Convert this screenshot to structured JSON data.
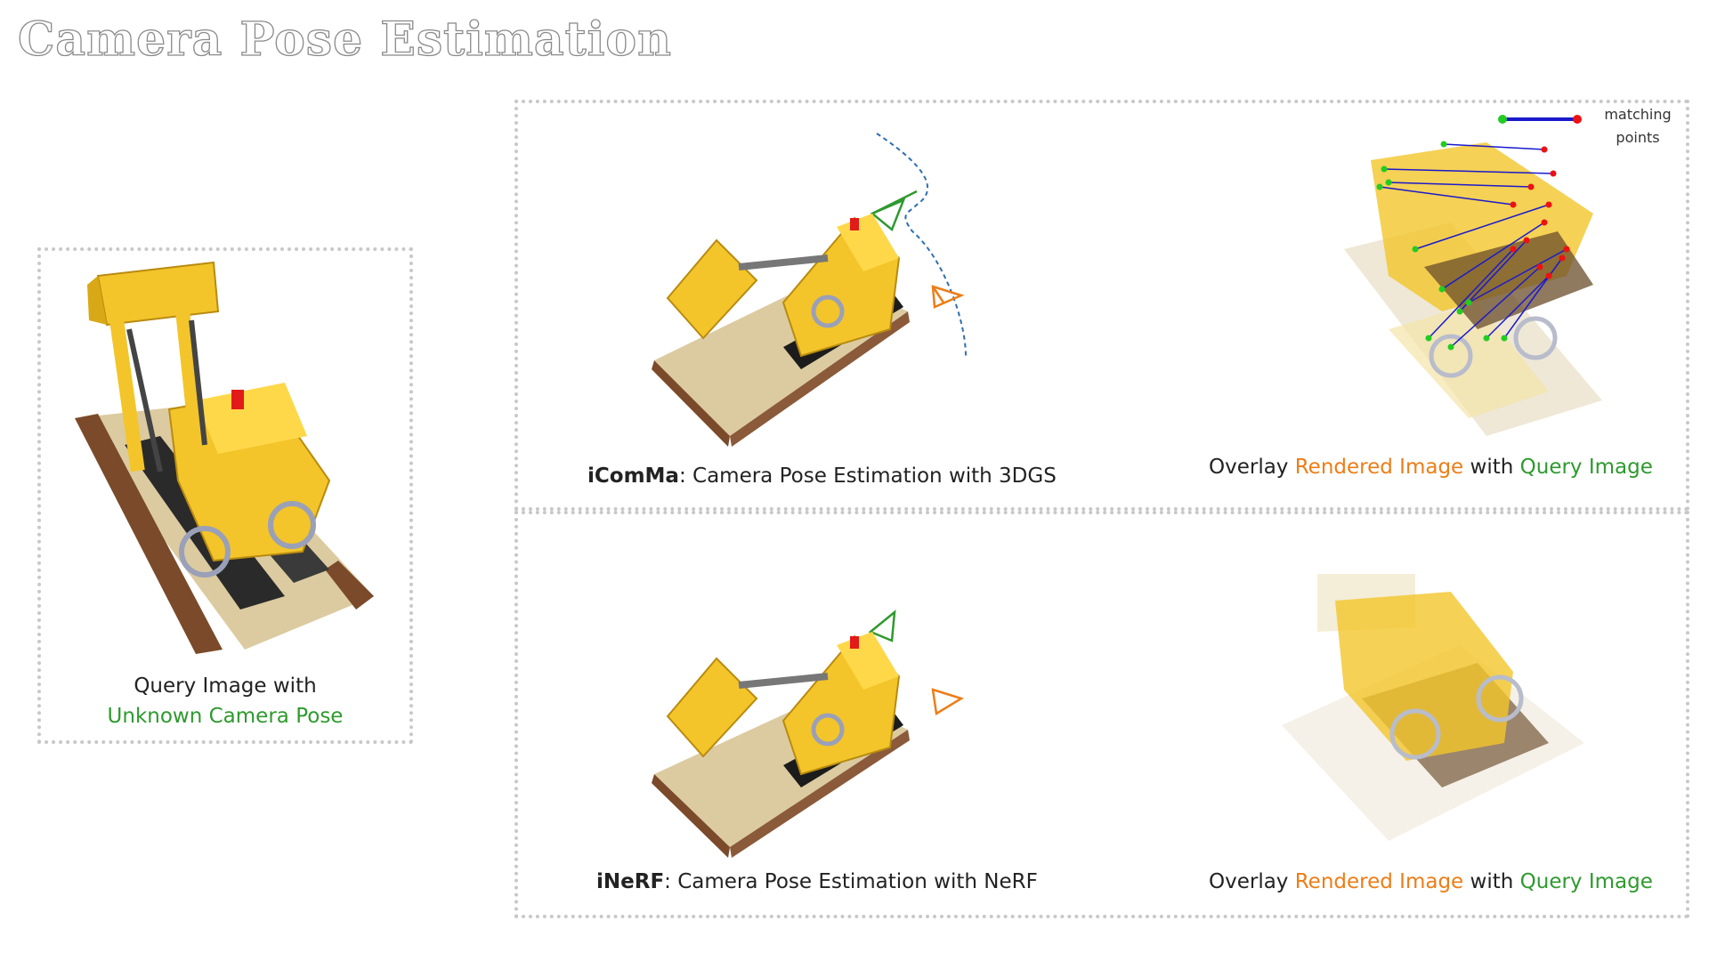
{
  "title": "Camera Pose Estimation",
  "query": {
    "line1": "Query Image with",
    "line2": "Unknown Camera Pose"
  },
  "top_panel": {
    "method_bold": "iComMa",
    "method_rest": ": Camera Pose Estimation with 3DGS",
    "overlay_prefix": "Overlay ",
    "overlay_rendered": "Rendered Image",
    "overlay_mid": " with ",
    "overlay_query": "Query Image"
  },
  "bottom_panel": {
    "method_bold": "iNeRF",
    "method_rest": ": Camera Pose Estimation with NeRF",
    "overlay_prefix": "Overlay ",
    "overlay_rendered": "Rendered Image",
    "overlay_mid": " with ",
    "overlay_query": "Query Image"
  },
  "legend": {
    "line1": "matching",
    "line2": "points"
  },
  "colors": {
    "green": "#2e9a2e",
    "orange": "#ed7d17",
    "match_line": "#1a1acc",
    "match_start": "#22cc22",
    "match_end": "#ee1111"
  },
  "icons": [
    "bulldozer-lego-image",
    "camera-frustum-icon",
    "camera-trajectory"
  ]
}
